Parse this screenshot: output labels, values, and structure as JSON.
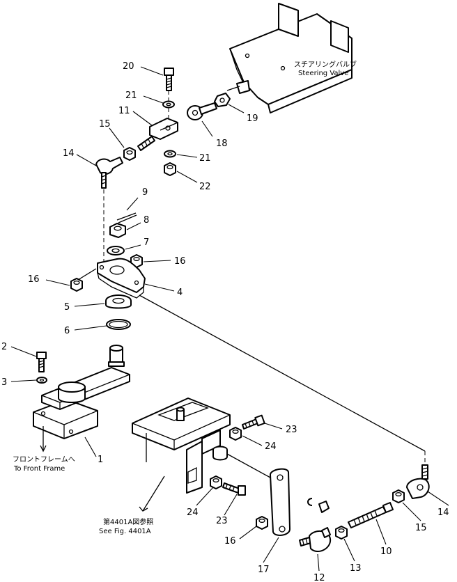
{
  "callouts": [
    {
      "id": "c20",
      "label": "20"
    },
    {
      "id": "c21a",
      "label": "21"
    },
    {
      "id": "c11",
      "label": "11"
    },
    {
      "id": "c15a",
      "label": "15"
    },
    {
      "id": "c14a",
      "label": "14"
    },
    {
      "id": "c18",
      "label": "18"
    },
    {
      "id": "c19",
      "label": "19"
    },
    {
      "id": "c21b",
      "label": "21"
    },
    {
      "id": "c22",
      "label": "22"
    },
    {
      "id": "c9",
      "label": "9"
    },
    {
      "id": "c8",
      "label": "8"
    },
    {
      "id": "c7",
      "label": "7"
    },
    {
      "id": "c16a",
      "label": "16"
    },
    {
      "id": "c16b",
      "label": "16"
    },
    {
      "id": "c4",
      "label": "4"
    },
    {
      "id": "c5",
      "label": "5"
    },
    {
      "id": "c6",
      "label": "6"
    },
    {
      "id": "c2",
      "label": "2"
    },
    {
      "id": "c3",
      "label": "3"
    },
    {
      "id": "c1",
      "label": "1"
    },
    {
      "id": "c23a",
      "label": "23"
    },
    {
      "id": "c24a",
      "label": "24"
    },
    {
      "id": "c24b",
      "label": "24"
    },
    {
      "id": "c23b",
      "label": "23"
    },
    {
      "id": "c16c",
      "label": "16"
    },
    {
      "id": "c17",
      "label": "17"
    },
    {
      "id": "c12",
      "label": "12"
    },
    {
      "id": "c13",
      "label": "13"
    },
    {
      "id": "c10",
      "label": "10"
    },
    {
      "id": "c15b",
      "label": "15"
    },
    {
      "id": "c14b",
      "label": "14"
    }
  ],
  "notes": {
    "steering_valve_jp": "スチアリングバルブ",
    "steering_valve_en": "Steering Valve",
    "front_frame_jp": "フロントフレームへ",
    "front_frame_en": "To Front Frame",
    "see_fig_jp": "第4401A図参照",
    "see_fig_en": "See Fig. 4401A"
  }
}
